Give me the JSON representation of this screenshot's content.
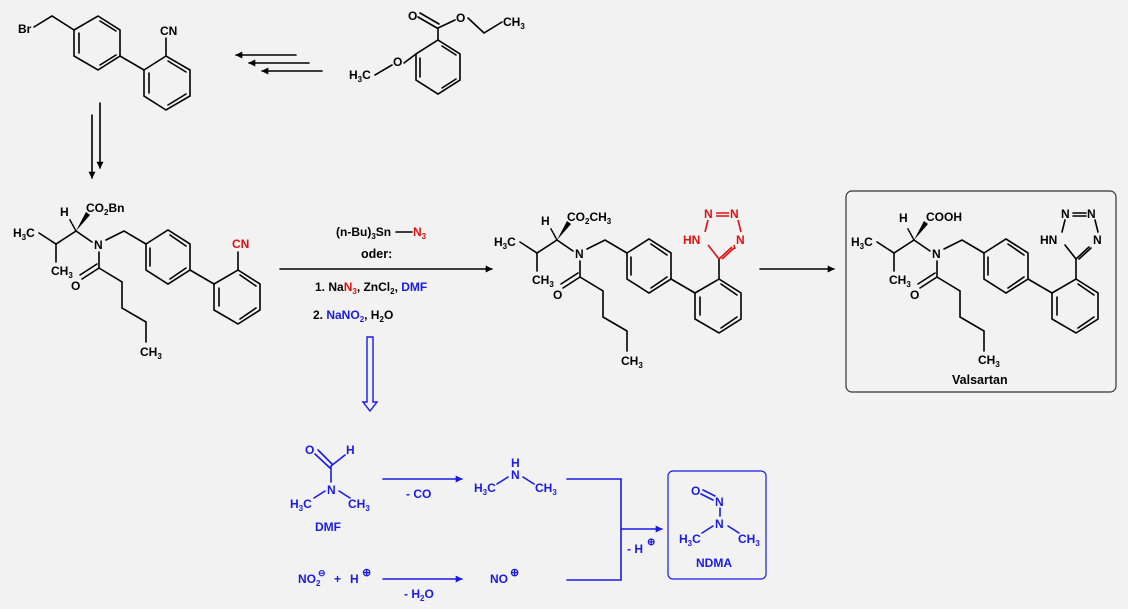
{
  "colors": {
    "background": "#f2f2f2",
    "black": "#000000",
    "red": "#e01010",
    "blue": "#1a1ae6"
  },
  "start_material": {
    "labels": {
      "br": "Br",
      "cn": "CN"
    }
  },
  "ester": {
    "labels": {
      "o_carbonyl": "O",
      "o_ester": "O",
      "ch3": "CH",
      "ch3_sub": "3",
      "h3c_h": "H",
      "h3c_sub": "3",
      "h3c_c": "C",
      "o_methoxy": "O"
    }
  },
  "intermediate1": {
    "labels": {
      "h": "H",
      "co2bn_a": "CO",
      "co2bn_sub": "2",
      "co2bn_b": "Bn",
      "n": "N",
      "o": "O",
      "cn": "CN"
    }
  },
  "common": {
    "h3c_h": "H",
    "h3c_sub": "3",
    "h3c_c": "C",
    "ch": "CH",
    "ch_sub": "3"
  },
  "reagents": {
    "line1_a": "(n-Bu)",
    "line1_sub": "3",
    "line1_b": "Sn",
    "line1_n3": "N",
    "line1_n3_sub": "3",
    "oder": "oder:",
    "step1_a": "1. Na",
    "step1_n3": "N",
    "step1_n3_sub": "3",
    "step1_b": ", ZnCl",
    "step1_sub": "2",
    "step1_c": ", ",
    "step1_dmf": "DMF",
    "step2_a": "2. ",
    "step2_nano2": "NaNO",
    "step2_nano2_sub": "2",
    "step2_b": ", H",
    "step2_sub": "2",
    "step2_c": "O"
  },
  "intermediate2": {
    "labels": {
      "h": "H",
      "co2ch3_a": "CO",
      "co2ch3_sub": "2",
      "co2ch3_b": "CH",
      "co2ch3_sub2": "3",
      "n": "N",
      "o": "O",
      "tet_n": "N",
      "tet_hn": "HN"
    }
  },
  "valsartan": {
    "labels": {
      "h": "H",
      "cooh": "COOH",
      "n": "N",
      "o": "O",
      "tet_n": "N",
      "tet_hn": "HN"
    },
    "name": "Valsartan"
  },
  "mechanism": {
    "dmf_o": "O",
    "dmf_h": "H",
    "dmf_n": "N",
    "dmf_name": "DMF",
    "minus_co": "- CO",
    "amine_h": "H",
    "amine_n": "N",
    "nitrite": "NO",
    "nitrite_sub": "2",
    "minus_charge": "⊖",
    "plus": "+",
    "h_plus": "H",
    "plus_charge": "⊕",
    "minus_h2o_a": "- H",
    "minus_h2o_sub": "2",
    "minus_h2o_b": "O",
    "nitrosonium": "NO",
    "minus_h": "- H",
    "ndma_o": "O",
    "ndma_n": "N",
    "ndma_name": "NDMA"
  }
}
